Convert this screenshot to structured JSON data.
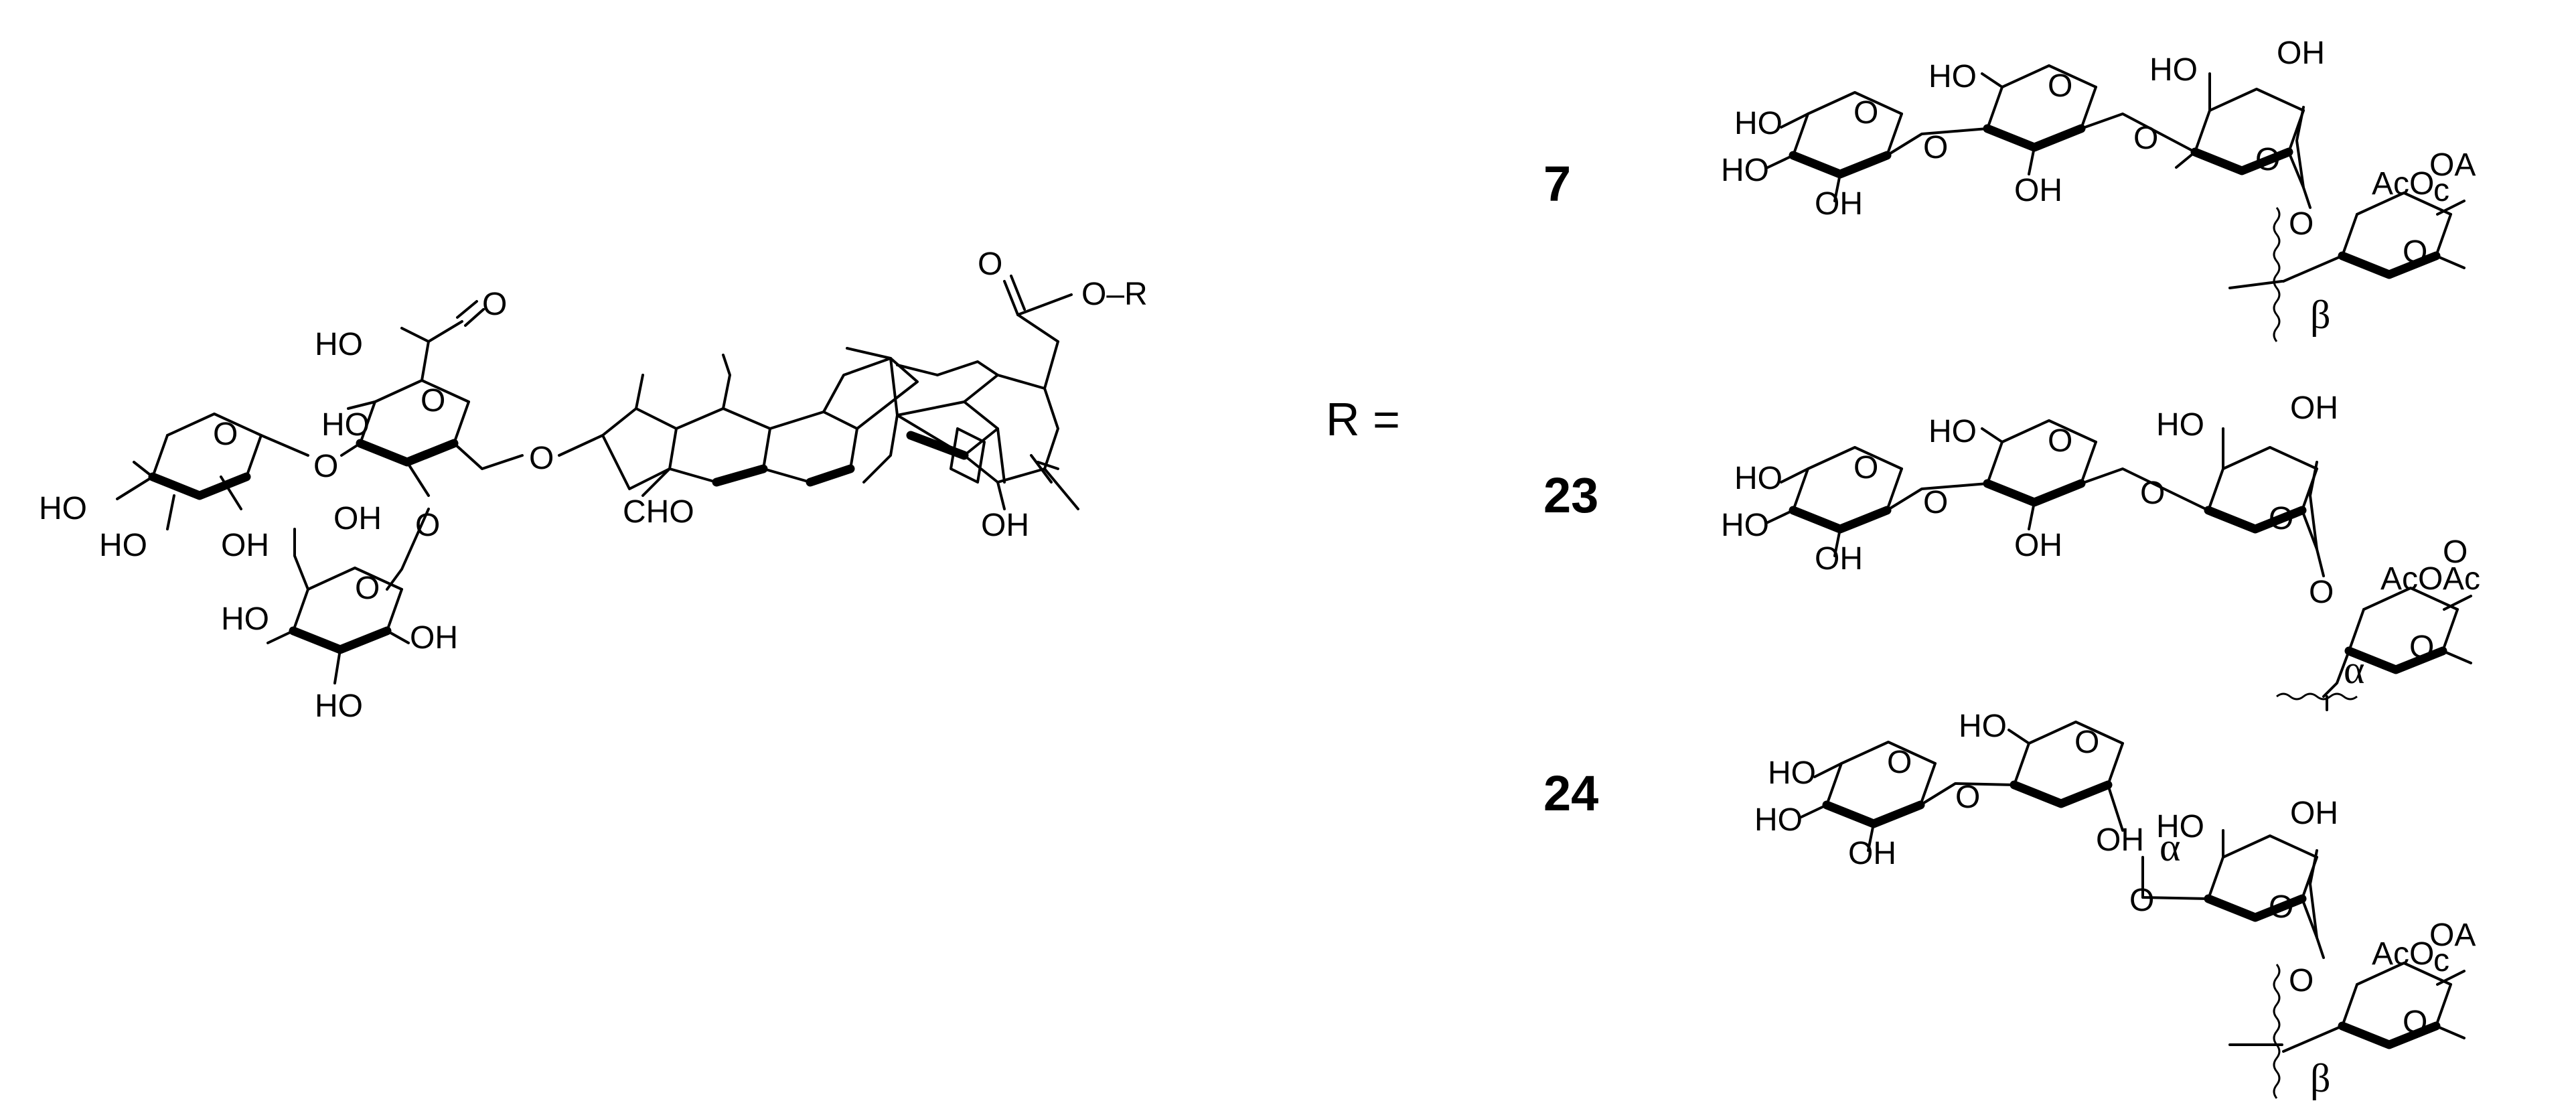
{
  "aglycone": {
    "ester_label": "O–R",
    "carbonyl_o": "O",
    "glucuronic_acid": {
      "cooh_o": "O",
      "cooh_label": "HO",
      "ring_o": "O",
      "oh_4": "HO",
      "glyco_o": "O"
    },
    "xylose": {
      "ring_o": "O",
      "oh_4": "HO",
      "oh_3": "HO",
      "oh_2": "OH"
    },
    "galactose": {
      "ch2oh": "OH",
      "ring_o": "O",
      "oh_4": "HO",
      "oh_3": "HO",
      "oh_2": "OH",
      "link_o": "O"
    },
    "cho_label": "CHO",
    "oh_label": "OH"
  },
  "equals": "R =",
  "substituents": [
    {
      "compound": "7",
      "labels": {
        "ho_1": "HO",
        "ho_2": "HO",
        "oh_1": "OH",
        "ring_o1": "O",
        "link_o1": "O",
        "ho_3": "HO",
        "oh_2": "OH",
        "ring_o2": "O",
        "link_o2": "O",
        "ho_4": "HO",
        "oh_3": "OH",
        "ring_o3": "O",
        "link_o3": "O",
        "ring_o4": "O",
        "aco": "AcO",
        "oa": "OA",
        "c": "c"
      },
      "anomer": "β"
    },
    {
      "compound": "23",
      "labels": {
        "ho_1": "HO",
        "ho_2": "HO",
        "oh_1": "OH",
        "ring_o1": "O",
        "link_o1": "O",
        "ho_3": "HO",
        "oh_2": "OH",
        "ring_o2": "O",
        "link_o2": "O",
        "ho_4": "HO",
        "oh_3": "OH",
        "ring_o3": "O",
        "link_o3": "O",
        "ring_o4": "O",
        "aco": "AcO",
        "o_top": "O",
        "ac": "Ac"
      },
      "anomer": "α"
    },
    {
      "compound": "24",
      "labels": {
        "ho_1": "HO",
        "ho_2": "HO",
        "oh_1": "OH",
        "ring_o1": "O",
        "link_o1": "O",
        "ho_3": "HO",
        "oh_2": "OH",
        "ring_o2": "O",
        "link_o2": "O",
        "ho_4": "HO",
        "oh_3": "OH",
        "ring_o3": "O",
        "link_o3": "O",
        "ring_o4": "O",
        "aco": "AcO",
        "oa": "OA",
        "c": "c"
      },
      "anomer_top": "α",
      "anomer": "β"
    }
  ]
}
